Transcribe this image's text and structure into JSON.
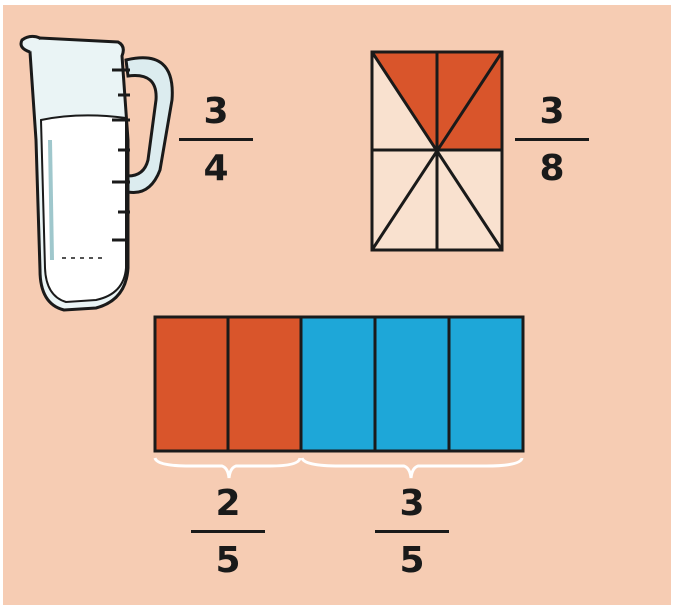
{
  "colors": {
    "background": "#f6ccb3",
    "shaded_orange": "#d9552b",
    "shaded_blue": "#1ea7d8",
    "outline": "#1a1a1a",
    "milk": "#ffffff"
  },
  "pitcher_fraction": {
    "numerator": "3",
    "denominator": "4"
  },
  "square_fraction": {
    "numerator": "3",
    "denominator": "8",
    "shaded_parts": 3,
    "total_parts": 8
  },
  "bar_model": {
    "total_parts": 5,
    "orange_parts": 2,
    "blue_parts": 3,
    "orange_fraction": {
      "numerator": "2",
      "denominator": "5"
    },
    "blue_fraction": {
      "numerator": "3",
      "denominator": "5"
    }
  },
  "icons": {
    "pitcher": "measuring-pitcher-icon"
  }
}
